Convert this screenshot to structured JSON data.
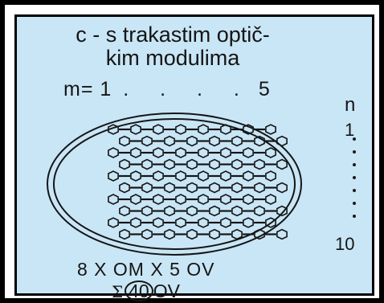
{
  "title": {
    "line1": "c - s trakastim optič-",
    "line2": "kim modulima"
  },
  "module_row": {
    "prefix": "m= 1",
    "dots": ". . . .",
    "end": "5"
  },
  "column_axis": {
    "label": "n",
    "start": "1",
    "end": "10"
  },
  "footer": {
    "formula": "8 X OM X 5 OV",
    "sum_symbol": "Σ",
    "sum_value": "40",
    "sum_unit": "OV"
  },
  "colors": {
    "panel_bg": "#c9e6f6",
    "ink": "#151515",
    "frame": "#000000"
  },
  "grid": {
    "rows": 10,
    "cols": 8
  }
}
